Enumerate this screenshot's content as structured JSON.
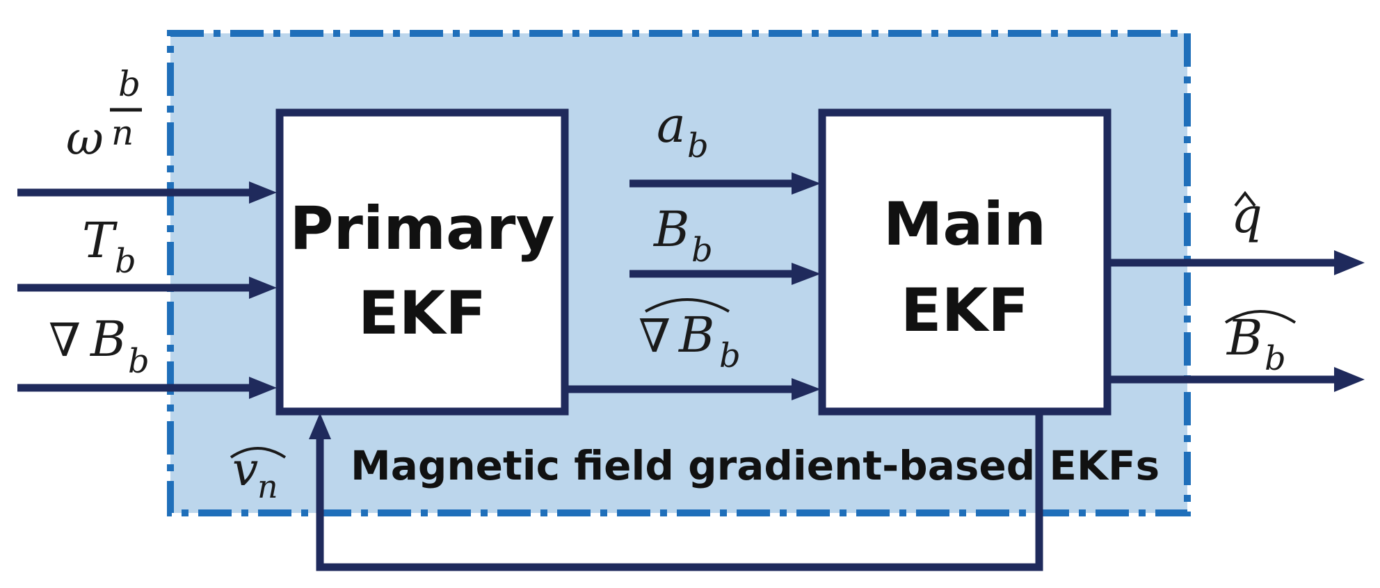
{
  "container": {
    "caption": "Magnetic field gradient-based EKFs",
    "fill_color": "#bcd6ec",
    "border_color": "#1f6fba"
  },
  "blocks": {
    "primary": {
      "line1": "Primary",
      "line2": "EKF"
    },
    "main": {
      "line1": "Main",
      "line2": "EKF"
    }
  },
  "inputs": {
    "omega": {
      "base": "ω",
      "sup_num": "b",
      "sup_den": "n"
    },
    "torque": {
      "base": "T",
      "sub": "b"
    },
    "gradient": {
      "nabla": "∇",
      "base": "B",
      "sub": "b"
    }
  },
  "intermediate": {
    "accel": {
      "base": "a",
      "sub": "b"
    },
    "mag": {
      "base": "B",
      "sub": "b"
    },
    "gradient_est": {
      "nabla": "∇",
      "base": "B",
      "sub": "b"
    }
  },
  "outputs": {
    "quaternion": {
      "base": "q"
    },
    "mag_est": {
      "base": "B",
      "sub": "b"
    }
  },
  "feedback": {
    "base": "v",
    "sub": "n"
  },
  "colors": {
    "arrow": "#1f2a5c",
    "block_stroke": "#1f2a5c",
    "block_fill": "#ffffff"
  }
}
